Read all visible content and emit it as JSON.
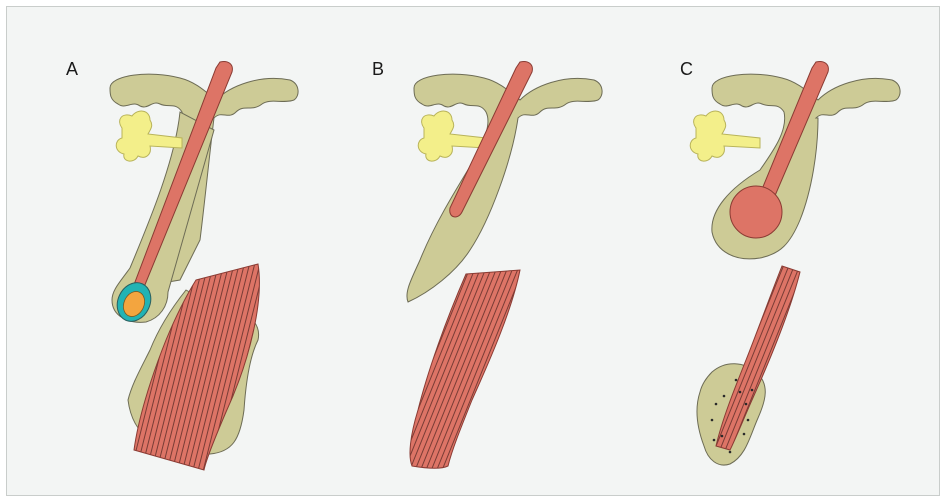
{
  "panels": [
    {
      "label": "A"
    },
    {
      "label": "B"
    },
    {
      "label": "C"
    }
  ],
  "colors": {
    "background": "#f3f5f4",
    "frame": "#c9cdcb",
    "follicle_sheath": "#cdcb96",
    "hair_shaft": "#dd7466",
    "gland": "#f3ef8a",
    "bulb_teal": "#22b3b4",
    "bulb_orange": "#f3a53f",
    "outline": "#555555"
  }
}
